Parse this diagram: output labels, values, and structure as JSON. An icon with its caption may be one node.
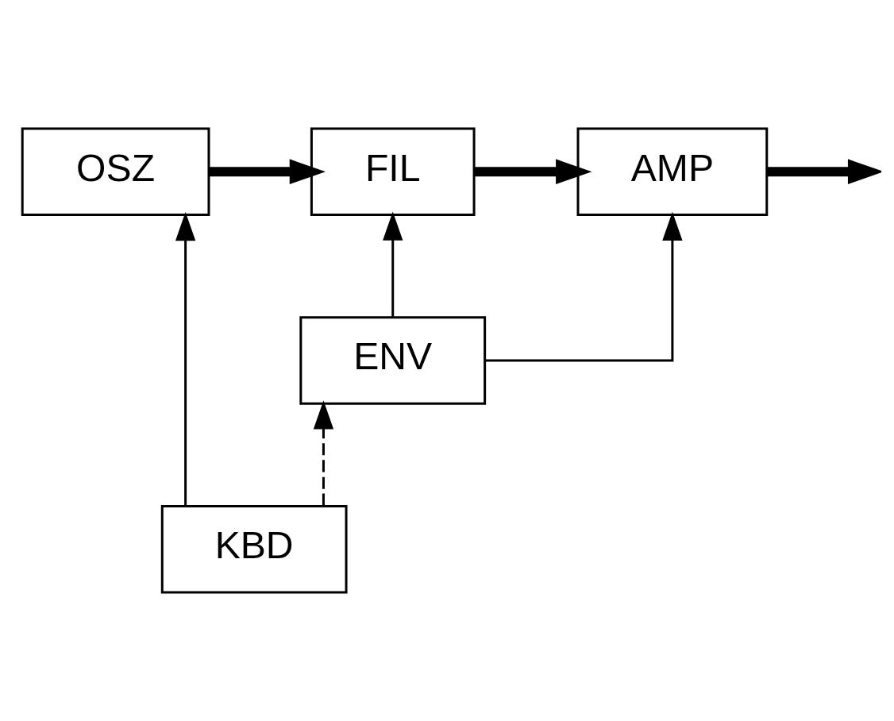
{
  "diagram": {
    "nodes": [
      {
        "text": [
          "OSZ"
        ]
      },
      {
        "text": [
          "FIL"
        ]
      },
      {
        "text": [
          "AMP"
        ]
      },
      {
        "text": [
          "ENV"
        ]
      },
      {
        "text": [
          "KBD"
        ]
      }
    ],
    "edges": [
      {
        "from": 0,
        "to": 1,
        "arrow": "to",
        "style": "thick"
      },
      {
        "from": 1,
        "to": 2,
        "arrow": "to",
        "style": "thick"
      },
      {
        "from": 2,
        "to": null,
        "arrow": "to",
        "style": "thick"
      },
      {
        "from": 4,
        "to": 0,
        "arrow": "to"
      },
      {
        "from": 3,
        "to": 1,
        "arrow": "to"
      },
      {
        "from": 3,
        "to": 2,
        "arrow": "to"
      },
      {
        "from": 4,
        "to": 3,
        "arrow": "to",
        "style": "dashed"
      }
    ]
  }
}
